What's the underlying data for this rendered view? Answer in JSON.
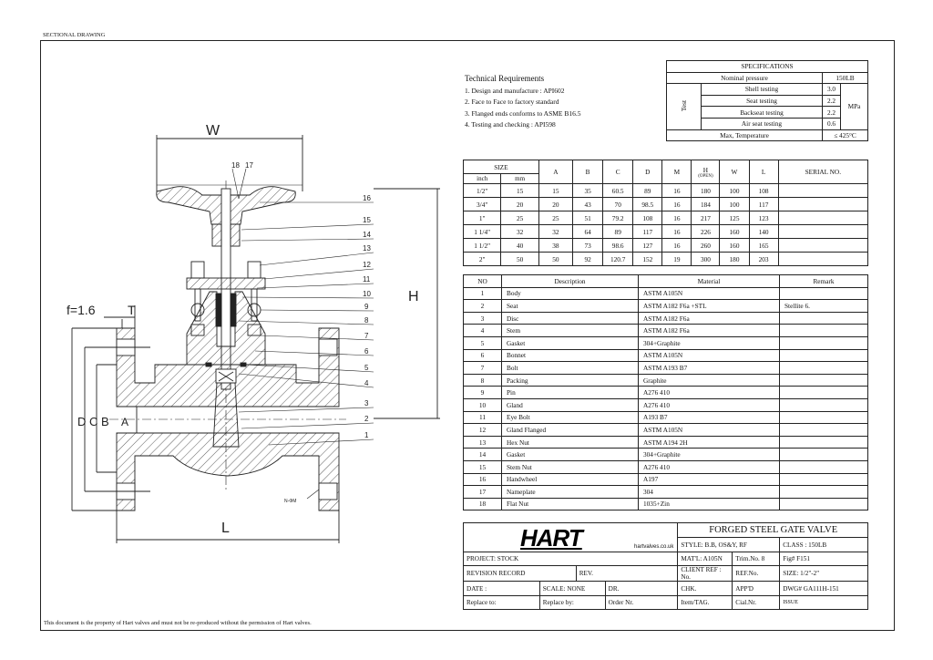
{
  "header": {
    "label": "SECTIONAL DRAWING"
  },
  "footer": {
    "notice": "This document is the property of Hart valves and must not be re-produced without the permission of Hart valves."
  },
  "drawing": {
    "dimensions": {
      "W": "W",
      "H": "H",
      "L": "L",
      "f": "f=1.6",
      "T": "T",
      "D": "D",
      "C": "C",
      "B": "B",
      "A": "A",
      "bolt_holes": "N-ΦM"
    },
    "callouts": [
      "1",
      "2",
      "3",
      "4",
      "5",
      "6",
      "7",
      "8",
      "9",
      "10",
      "11",
      "12",
      "13",
      "14",
      "15",
      "16",
      "17",
      "18"
    ]
  },
  "tech": {
    "title": "Technical Requirements",
    "items": [
      "1. Design and manufacture : API602",
      "2. Face to Face to factory standard",
      "3. Flanged ends conforms to ASME B16.5",
      "4. Testing and checking : API598"
    ]
  },
  "spec": {
    "title": "SPECIFICATIONS",
    "nominal_label": "Nominal pressure",
    "nominal_value": "150LB",
    "test_label": "Test",
    "unit": "MPa",
    "tests": [
      {
        "name": "Shell testing",
        "value": "3.0"
      },
      {
        "name": "Seat testing",
        "value": "2.2"
      },
      {
        "name": "Backseat testing",
        "value": "2.2"
      },
      {
        "name": "Air seat testing",
        "value": "0.6"
      }
    ],
    "temp_label": "Max, Temperature",
    "temp_value": "≤ 425°C"
  },
  "size_table": {
    "headers": {
      "size": "SIZE",
      "inch": "inch",
      "mm": "mm",
      "A": "A",
      "B": "B",
      "C": "C",
      "D": "D",
      "M": "M",
      "H": "H",
      "H_sub": "(OPEN)",
      "W": "W",
      "L": "L",
      "serial": "SERIAL NO."
    },
    "rows": [
      [
        "1/2\"",
        "15",
        "15",
        "35",
        "60.5",
        "89",
        "16",
        "180",
        "100",
        "108",
        ""
      ],
      [
        "3/4\"",
        "20",
        "20",
        "43",
        "70",
        "98.5",
        "16",
        "184",
        "100",
        "117",
        ""
      ],
      [
        "1\"",
        "25",
        "25",
        "51",
        "79.2",
        "108",
        "16",
        "217",
        "125",
        "123",
        ""
      ],
      [
        "1 1/4\"",
        "32",
        "32",
        "64",
        "89",
        "117",
        "16",
        "226",
        "160",
        "140",
        ""
      ],
      [
        "1 1/2\"",
        "40",
        "38",
        "73",
        "98.6",
        "127",
        "16",
        "260",
        "160",
        "165",
        ""
      ],
      [
        "2\"",
        "50",
        "50",
        "92",
        "120.7",
        "152",
        "19",
        "300",
        "180",
        "203",
        ""
      ]
    ]
  },
  "parts": {
    "headers": [
      "NO",
      "Description",
      "Material",
      "Remark"
    ],
    "rows": [
      [
        "1",
        "Body",
        "ASTM A105N",
        ""
      ],
      [
        "2",
        "Seat",
        "ASTM A182 F6a +STL",
        "Stellite 6."
      ],
      [
        "3",
        "Disc",
        "ASTM A182 F6a",
        ""
      ],
      [
        "4",
        "Stem",
        "ASTM A182 F6a",
        ""
      ],
      [
        "5",
        "Gasket",
        " 304+Graphite",
        ""
      ],
      [
        "6",
        "Bonnet",
        "ASTM A105N",
        ""
      ],
      [
        "7",
        "Bolt",
        "ASTM A193 B7",
        ""
      ],
      [
        "8",
        "Packing",
        "Graphite",
        ""
      ],
      [
        "9",
        "Pin",
        "A276 410",
        ""
      ],
      [
        "10",
        "Gland",
        "A276 410",
        ""
      ],
      [
        "11",
        "Eye Bolt",
        "A193 B7",
        ""
      ],
      [
        "12",
        "Gland Flanged",
        "ASTM A105N",
        ""
      ],
      [
        "13",
        "Hex Nut",
        "ASTM A194 2H",
        ""
      ],
      [
        "14",
        "Gasket",
        "304+Graphite",
        ""
      ],
      [
        "15",
        "Stem Nut",
        "A276 410",
        ""
      ],
      [
        "16",
        "Handwheel",
        "A197",
        ""
      ],
      [
        "17",
        "Nameplate",
        "304",
        ""
      ],
      [
        "18",
        "Flat Nut",
        "1035+Zin",
        ""
      ]
    ]
  },
  "title_block": {
    "logo": "HART",
    "website": "hartvalves.co.uk",
    "title": "FORGED STEEL GATE VALVE",
    "style": "STYLE: B.B, OS&Y, RF",
    "class": "CLASS : 150LB",
    "project": "PROJECT: STOCK",
    "matl": "MAT'L: A105N",
    "trim": "Trim.No. 8",
    "fig": "Fig# F151",
    "revision": "REVISION RECORD",
    "rev": "REV.",
    "client_ref": "CLIENT REF : No.",
    "ref_no": "REF.No.",
    "size": "SIZE: 1/2\"-2\"",
    "date": "DATE        :",
    "scale": "SCALE: NONE",
    "dr": "DR.",
    "chk": "CHK.",
    "appd": "APP'D",
    "dwg": "DWG#  GA111H-151",
    "replace_to": "Replace to:",
    "replace_by": "Replace by:",
    "order": "Order Nr.",
    "item": "Item/TAG.",
    "cial": "Cial.Nr.",
    "issue": "ISSUE"
  }
}
